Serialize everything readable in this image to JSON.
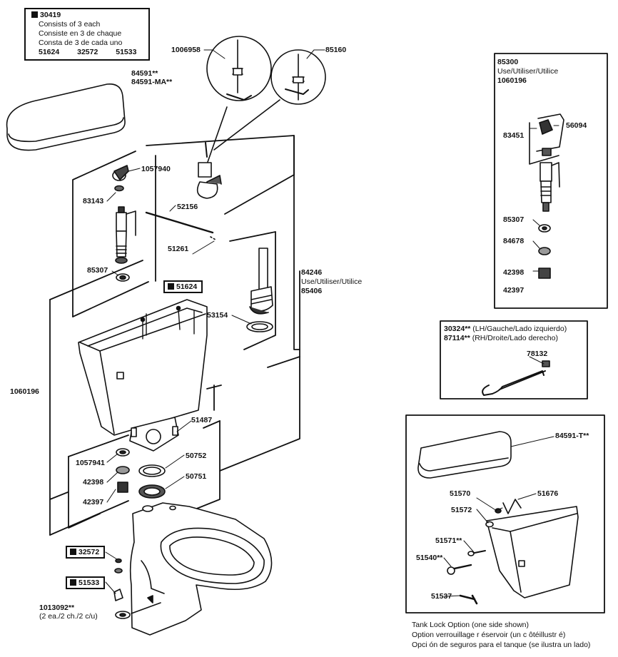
{
  "kit_box": {
    "code": "30419",
    "lines": [
      "Consists of 3 each",
      "Consiste en 3 de chaque",
      "Consta de 3 de cada uno"
    ],
    "parts": [
      "51624",
      "32572",
      "51533"
    ]
  },
  "labels": {
    "lid": "84591**",
    "lid_ma": "84591-MA**",
    "p1006958": "1006958",
    "p85160": "85160",
    "p1057940": "1057940",
    "p83143": "83143",
    "p52156": "52156",
    "p51261": "51261",
    "p85307_left": "85307",
    "p51624": "51624",
    "p84246": "84246",
    "use_utilise_mid": "Use/Utiliser/Utilice",
    "p85406": "85406",
    "p53154": "53154",
    "p1060196_left": "1060196",
    "p51487": "51487",
    "p1057941": "1057941",
    "p42398_left": "42398",
    "p42397_left": "42397",
    "p50752": "50752",
    "p50751": "50751",
    "p32572": "32572",
    "p51533": "51533",
    "p1013092": "1013092**",
    "p1013092_qty": "(2 ea./2 ch./2 c/u)"
  },
  "valve_box": {
    "code": "85300",
    "use_text": "Use/Utiliser/Utilice",
    "alt": "1060196",
    "p83451": "83451",
    "p56094": "56094",
    "p85307": "85307",
    "p84678": "84678",
    "p42398": "42398",
    "p42397": "42397"
  },
  "handle_box": {
    "lh_code": "30324**",
    "lh_text": "(LH/Gauche/Lado izquierdo)",
    "rh_code": "87114**",
    "rh_text": "(RH/Droite/Lado derecho)",
    "p78132": "78132"
  },
  "lock_box": {
    "p84591t": "84591-T**",
    "p51570": "51570",
    "p51676": "51676",
    "p51572": "51572",
    "p51571": "51571**",
    "p51540": "51540**",
    "p51537": "51537"
  },
  "lock_caption": [
    "Tank Lock Option   (one side shown)",
    "Option verrouillage r  éservoir (un c ôtéillustr é)",
    "Opci ón de seguros para el tanque (se ilustra un lado)"
  ]
}
